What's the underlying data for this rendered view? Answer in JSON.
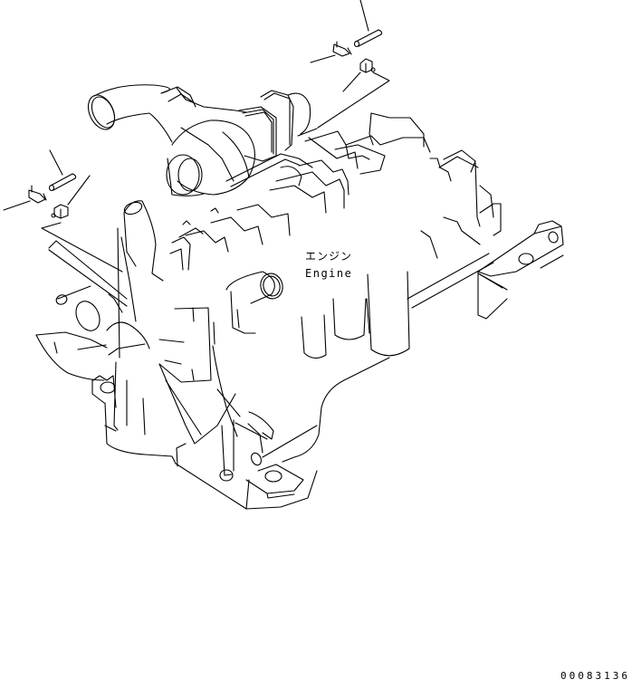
{
  "diagram": {
    "type": "exploded parts illustration (line art)",
    "subject": "Engine",
    "labels": {
      "engine_jp": "エンジン",
      "engine_en": "Engine"
    },
    "figure_id": "00083136",
    "callouts": [
      {
        "group": "upper-right",
        "parts": [
          "hose/tube",
          "clamp",
          "connector block"
        ]
      },
      {
        "group": "left",
        "parts": [
          "hose/tube",
          "clamp",
          "connector block"
        ]
      }
    ],
    "components_depicted": [
      "turbocharger with intake elbow",
      "cylinder head / rocker covers",
      "cooling fan",
      "engine mounting brackets",
      "coolant pipes"
    ],
    "colors": {
      "line": "#000000",
      "background": "#ffffff"
    }
  }
}
